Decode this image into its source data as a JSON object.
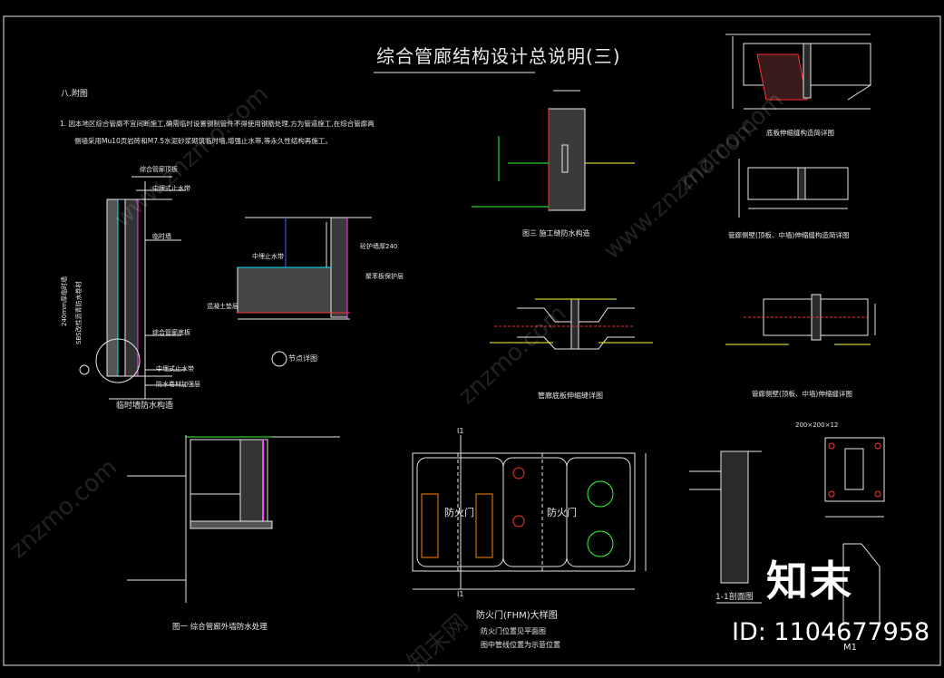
{
  "sheet": {
    "title": "综合管廊结构设计总说明(三)",
    "section_heading": "八.附图",
    "note_line1": "1. 因本地区综合管廊不宜间断施工,确需临时设置钢制管件不得使用钢筋处理,方为管道施工,在综合管廊两",
    "note_line2": "侧墙采用Mu10页岩砖和M7.5水泥砂浆砌筑临时墙,增强止水带,等永久性结构再施工。"
  },
  "details": {
    "fig1_caption": "临时墙防水构造",
    "node_caption": "节点详图",
    "construction_joint_caption": "图三  施工缝防水构造",
    "floor_deform_caption": "底板伸缩缝构造简详图",
    "wall_deform_caption": "管廊侧壁(顶板、中墙)伸缩缝构造简详图",
    "floor_joint_caption": "管廊底板伸缩缝详图",
    "wall_joint_caption": "管廊侧壁(顶板、中墙)伸缩缝详图",
    "waterproof_caption": "图一  综合管廊外墙防水处理",
    "firedoor_caption": "防火门(FHM)大样图",
    "firedoor_note1": "防火门位置见平面图",
    "firedoor_note2": "图中管线位置为示意位置",
    "firedoor_label": "防火门",
    "section_caption": "1-1剖面图",
    "plate_label": "200×200×12",
    "m1_label": "M1",
    "i1_label": "I1"
  },
  "labels": {
    "wall_label_a": "综合管廊顶板",
    "wall_label_b": "中埋式止水带",
    "wall_label_c": "临时墙",
    "wall_label_d": "综合管廊底板",
    "wall_label_e": "中埋式止水带",
    "wall_label_f": "防水卷材加强层",
    "wall_label_g": "240mm厚临时墙",
    "wall_label_h": "SBS改性沥青防水卷材",
    "node_label_a": "砼护墙厚240",
    "node_label_b": "聚苯板保护层",
    "node_label_c": "中埋止水带",
    "node_label_d": "混凝土垫层"
  },
  "watermarks": {
    "site": "www.znzmo.com",
    "site_short": "znzmo.com",
    "brand_cn": "知末网"
  },
  "brand": {
    "logo_text": "知末",
    "id_text": "ID: 1104677958"
  },
  "colors": {
    "background": "#000000",
    "linework": "#e8e8e8",
    "cyan": "#00e5ff",
    "yellow": "#ffff33",
    "magenta": "#ff40ff",
    "green": "#33ff33",
    "red": "#ff3333",
    "orange": "#ff8800",
    "blue": "#4060ff"
  }
}
